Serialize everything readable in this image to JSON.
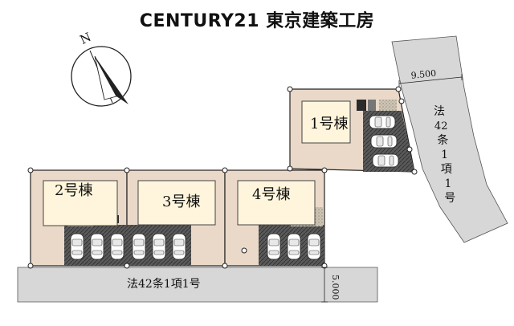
{
  "title": "CENTURY21 東京建築工房",
  "compass": {
    "north_letter": "N"
  },
  "houses": [
    {
      "id": "h1",
      "label": "1号棟"
    },
    {
      "id": "h2",
      "label": "2号棟"
    },
    {
      "id": "h3",
      "label": "3号棟"
    },
    {
      "id": "h4",
      "label": "4号棟"
    }
  ],
  "roads": {
    "south": {
      "label": "法42条1項1号",
      "width": "5.000"
    },
    "east": {
      "label_chars": [
        "法",
        "42",
        "条",
        "1",
        "項",
        "1",
        "号"
      ],
      "width": "9.500"
    }
  },
  "colors": {
    "lot": "#ead9c8",
    "house": "#fff5dc",
    "road": "#d7d7d7",
    "parking": "#4d4d4d",
    "boundary": "#222222"
  }
}
